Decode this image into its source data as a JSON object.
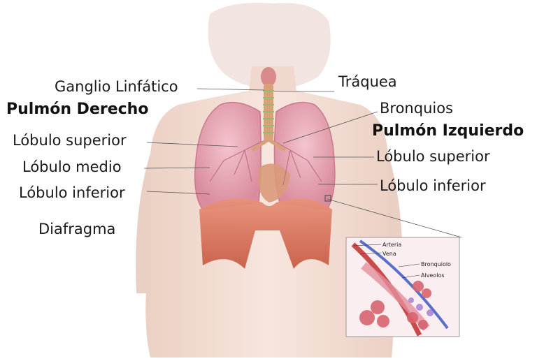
{
  "labels_left": {
    "lymph_node": "Ganglio Linfático",
    "right_lung": "Pulmón Derecho",
    "upper_lobe": "Lóbulo superior",
    "middle_lobe": "Lóbulo medio",
    "lower_lobe": "Lóbulo inferior",
    "diaphragm": "Diafragma"
  },
  "labels_right": {
    "trachea": "Tráquea",
    "bronchi": "Bronquios",
    "left_lung": "Pulmón Izquierdo",
    "upper_lobe": "Lóbulo superior",
    "lower_lobe": "Lóbulo inferior"
  },
  "inset": {
    "artery": "Arteria",
    "vein": "Vena",
    "bronchiole": "Bronquiolo",
    "alveoli": "Alveolos"
  },
  "colors": {
    "skin": "#f3ddd4",
    "skin_shadow": "#e8c9bc",
    "lung": "#e7a9b6",
    "lung_dark": "#c9798d",
    "diaphragm": "#d9735a",
    "trachea": "#d7a27a",
    "lymph": "#8fbf6a",
    "heart": "#d99a7a"
  }
}
